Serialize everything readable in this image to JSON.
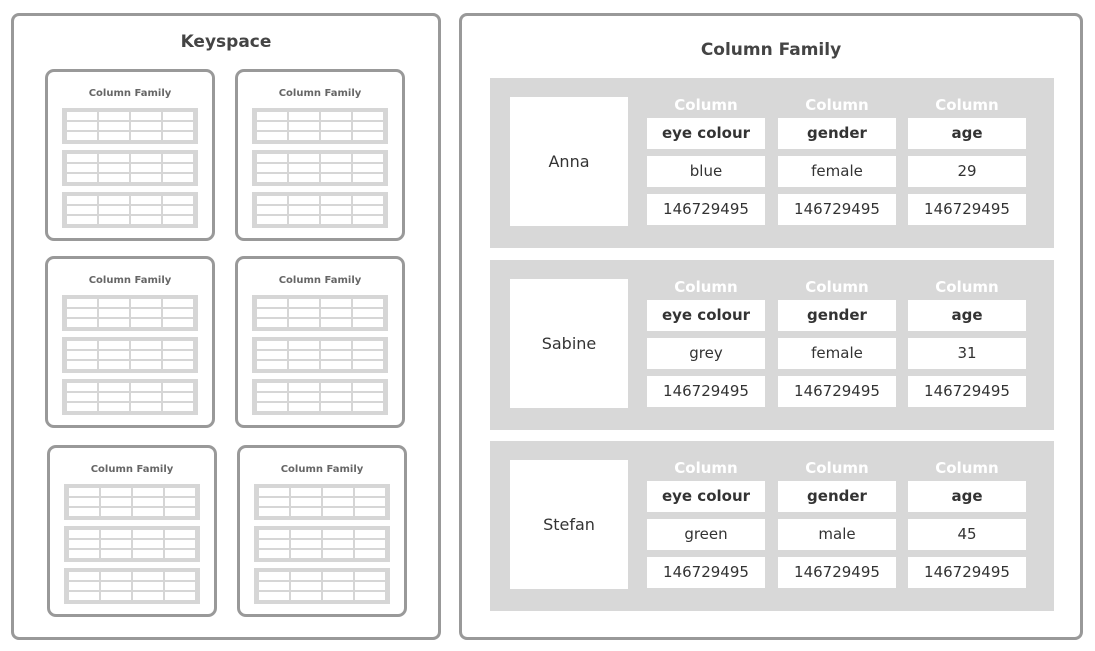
{
  "keyspace": {
    "title": "Keyspace",
    "column_families": [
      {
        "label": "Column Family"
      },
      {
        "label": "Column Family"
      },
      {
        "label": "Column Family"
      },
      {
        "label": "Column Family"
      },
      {
        "label": "Column Family"
      },
      {
        "label": "Column Family"
      }
    ]
  },
  "column_family": {
    "title": "Column Family",
    "column_label": "Column",
    "rows": [
      {
        "key": "Anna",
        "columns": [
          {
            "name": "eye colour",
            "value": "blue",
            "timestamp": "146729495"
          },
          {
            "name": "gender",
            "value": "female",
            "timestamp": "146729495"
          },
          {
            "name": "age",
            "value": "29",
            "timestamp": "146729495"
          }
        ]
      },
      {
        "key": "Sabine",
        "columns": [
          {
            "name": "eye colour",
            "value": "grey",
            "timestamp": "146729495"
          },
          {
            "name": "gender",
            "value": "female",
            "timestamp": "146729495"
          },
          {
            "name": "age",
            "value": "31",
            "timestamp": "146729495"
          }
        ]
      },
      {
        "key": "Stefan",
        "columns": [
          {
            "name": "eye colour",
            "value": "green",
            "timestamp": "146729495"
          },
          {
            "name": "gender",
            "value": "male",
            "timestamp": "146729495"
          },
          {
            "name": "age",
            "value": "45",
            "timestamp": "146729495"
          }
        ]
      }
    ]
  }
}
